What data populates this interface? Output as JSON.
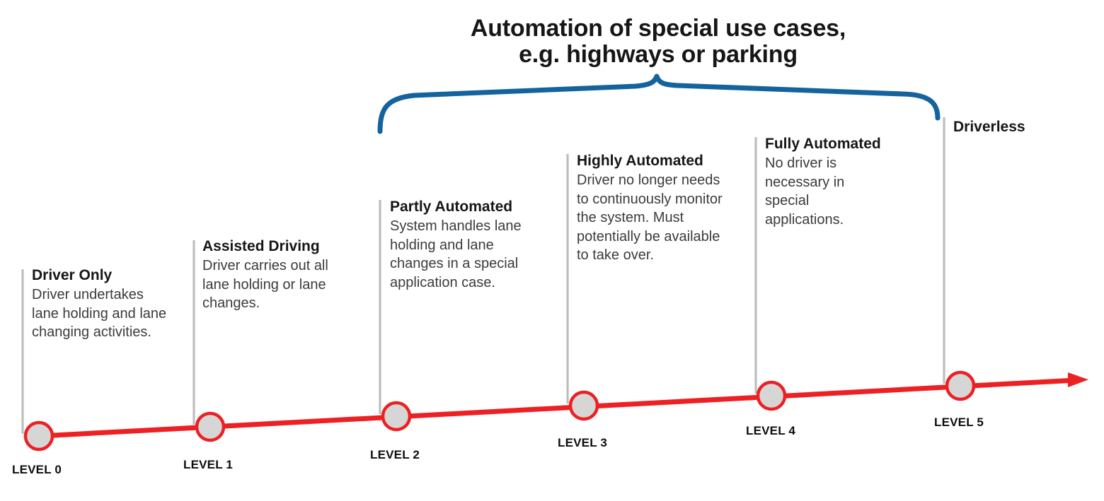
{
  "title": {
    "line1": "Automation of special use cases,",
    "line2": "e.g. highways or parking"
  },
  "colors": {
    "axis_red": "#ED2024",
    "node_fill": "#D6D6D6",
    "brace_blue": "#14639E",
    "stem_grey": "#BDBDBD",
    "heading": "#161616",
    "body": "#3b3b3b"
  },
  "brace": {
    "label": "Automation of special use cases, e.g. highways or parking",
    "covers_levels": [
      "LEVEL 2",
      "LEVEL 3",
      "LEVEL 4",
      "LEVEL 5"
    ]
  },
  "levels": [
    {
      "tick": "LEVEL 0",
      "heading": "Driver Only",
      "desc": "Driver undertakes lane holding and lane changing activities."
    },
    {
      "tick": "LEVEL 1",
      "heading": "Assisted Driving",
      "desc": "Driver carries out all lane holding or lane changes."
    },
    {
      "tick": "LEVEL 2",
      "heading": "Partly Automated",
      "desc": "System handles lane holding and lane changes in a special application case."
    },
    {
      "tick": "LEVEL 3",
      "heading": "Highly Automated",
      "desc": "Driver no longer needs to continuously monitor the system. Must potentially be available to take over."
    },
    {
      "tick": "LEVEL 4",
      "heading": "Fully Automated",
      "desc": "No driver is necessary in special applications."
    },
    {
      "tick": "LEVEL 5",
      "heading": "Driverless",
      "desc": ""
    }
  ]
}
